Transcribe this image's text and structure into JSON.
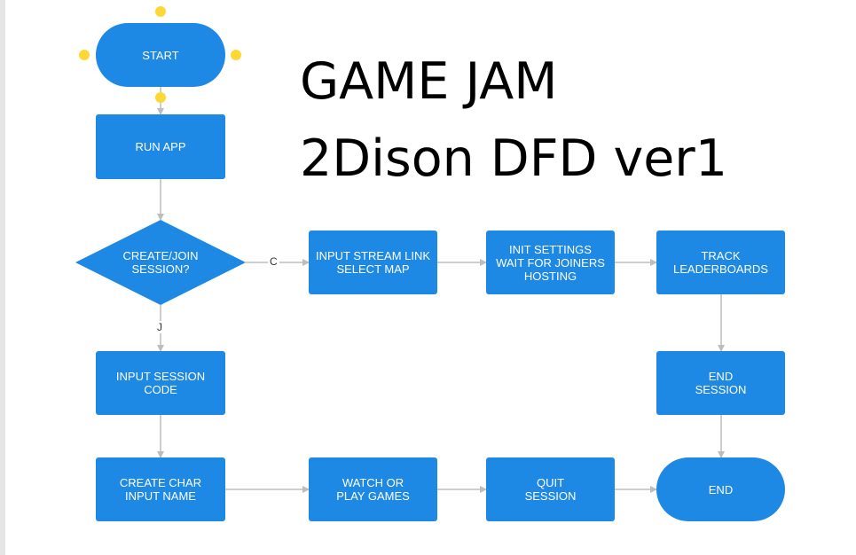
{
  "title": {
    "line1": "GAME JAM",
    "line2": "2Dison DFD ver1"
  },
  "colors": {
    "node_fill": "#1e88e5",
    "connector": "#bdbdbd",
    "handle": "#fdd835"
  },
  "nodes": {
    "start": "START",
    "run_app": "RUN APP",
    "decision": "CREATE/JOIN\nSESSION?",
    "input_stream": "INPUT STREAM LINK\nSELECT MAP",
    "init_settings": "INIT SETTINGS\nWAIT FOR JOINERS\nHOSTING",
    "track_leaderboards": "TRACK\nLEADERBOARDS",
    "input_session_code": "INPUT SESSION\nCODE",
    "end_session": "END\nSESSION",
    "create_char": "CREATE CHAR\nINPUT NAME",
    "watch_play": "WATCH OR\nPLAY GAMES",
    "quit_session": "QUIT\nSESSION",
    "end": "END"
  },
  "edge_labels": {
    "create_branch": "C",
    "join_branch": "J"
  }
}
